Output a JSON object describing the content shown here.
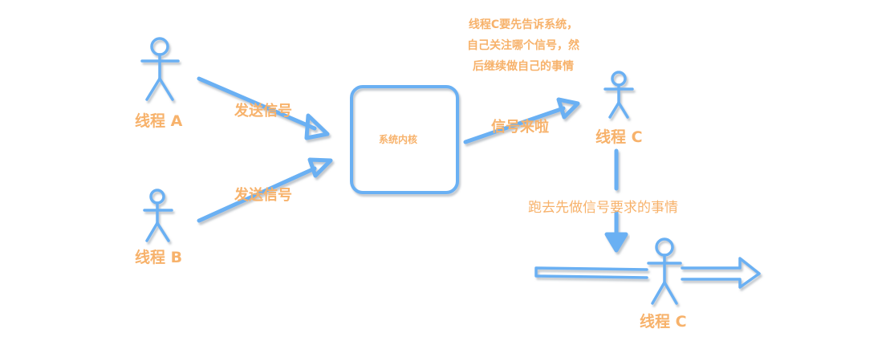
{
  "actors": {
    "thread_a": "线程 A",
    "thread_b": "线程 B",
    "thread_c_top": "线程 C",
    "thread_c_bottom": "线程 C"
  },
  "arrows": {
    "a_send": "发送信号",
    "b_send": "发送信号",
    "signal_arrived": "信号来啦",
    "run_task": "跑去先做信号要求的事情"
  },
  "kernel": {
    "label": "系统内核"
  },
  "note": {
    "lines": [
      "线程C要先告诉系统，",
      "自己关注哪个信号，然",
      "后继续做自己的事情"
    ]
  },
  "colors": {
    "stroke": "#6ab0f3",
    "shadow": "#9aa3ad",
    "text": "#f7b26b"
  }
}
